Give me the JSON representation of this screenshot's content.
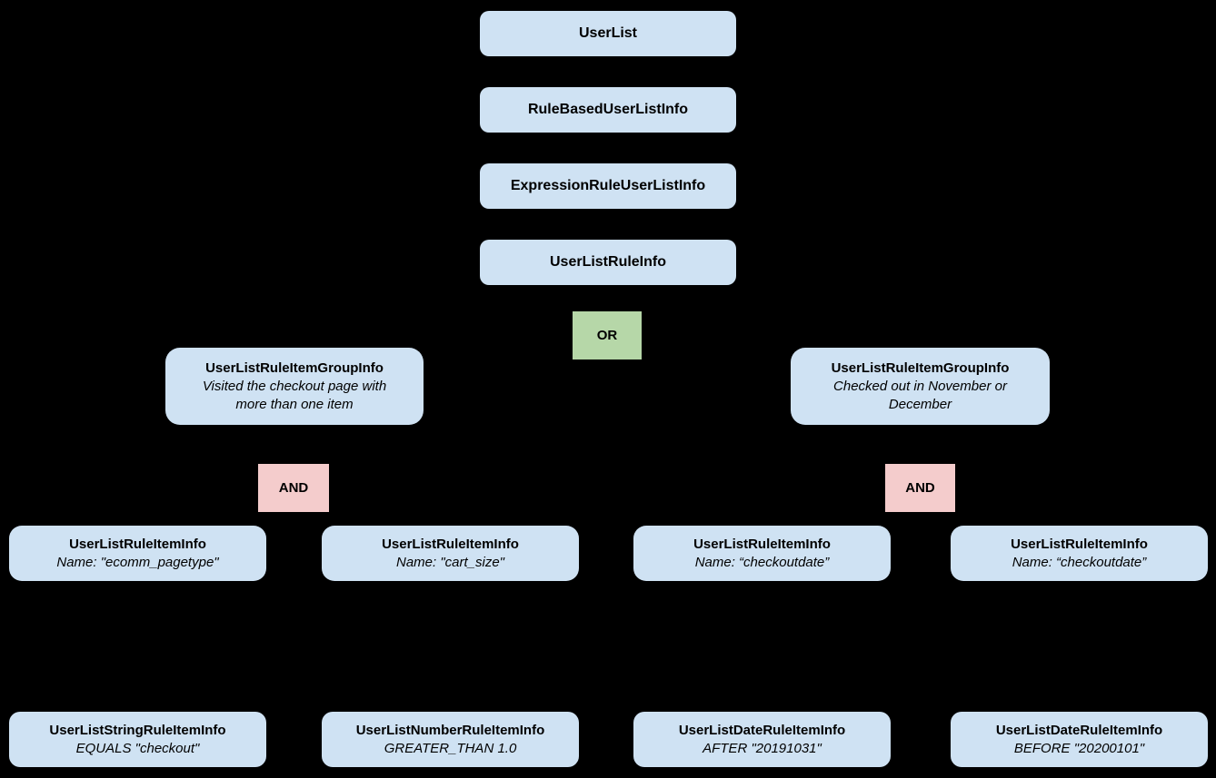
{
  "colors": {
    "background": "#000000",
    "node-fill": "#cfe2f3",
    "or-fill": "#b6d7a8",
    "and-fill": "#f4cccc",
    "text": "#000000",
    "connector": "#000000"
  },
  "chain": [
    {
      "label": "UserList"
    },
    {
      "label": "RuleBasedUserListInfo"
    },
    {
      "label": "ExpressionRuleUserListInfo"
    },
    {
      "label": "UserListRuleInfo"
    }
  ],
  "or_operator": {
    "label": "OR"
  },
  "groups": [
    {
      "title": "UserListRuleItemGroupInfo",
      "description": "Visited the checkout page with more than one item",
      "operator": "AND",
      "rule_items": [
        {
          "title": "UserListRuleItemInfo",
          "name_line": "Name: \"ecomm_pagetype\"",
          "operand": {
            "title": "UserListStringRuleItemInfo",
            "condition": "EQUALS \"checkout\""
          }
        },
        {
          "title": "UserListRuleItemInfo",
          "name_line": "Name: \"cart_size\"",
          "operand": {
            "title": "UserListNumberRuleItemInfo",
            "condition": "GREATER_THAN 1.0"
          }
        }
      ]
    },
    {
      "title": "UserListRuleItemGroupInfo",
      "description": "Checked out in November or December",
      "operator": "AND",
      "rule_items": [
        {
          "title": "UserListRuleItemInfo",
          "name_line": "Name: “checkoutdate”",
          "operand": {
            "title": "UserListDateRuleItemInfo",
            "condition": "AFTER \"20191031\""
          }
        },
        {
          "title": "UserListRuleItemInfo",
          "name_line": "Name: “checkoutdate”",
          "operand": {
            "title": "UserListDateRuleItemInfo",
            "condition": "BEFORE \"20200101\""
          }
        }
      ]
    }
  ]
}
